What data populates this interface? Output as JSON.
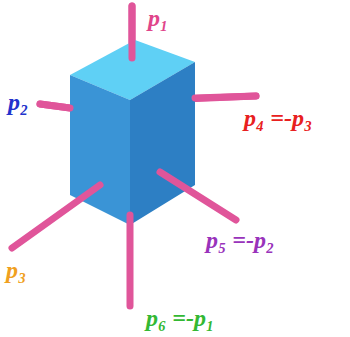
{
  "diagram": {
    "labels": [
      "p₁",
      "p₂",
      "p₃",
      "p₄ =-p₃",
      "p₅ =-p₂",
      "p₆ =-p₁"
    ]
  }
}
